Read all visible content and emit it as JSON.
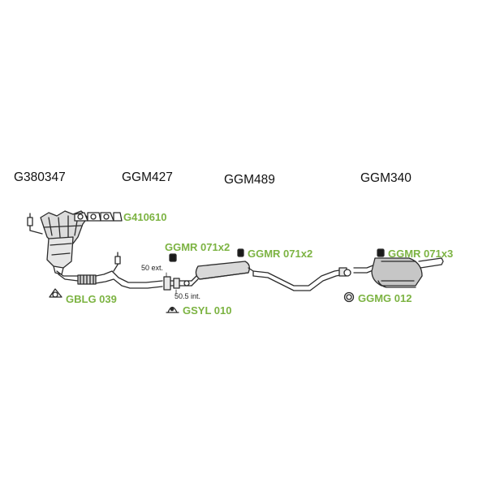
{
  "colors": {
    "part_code": "#7cb342",
    "main_code": "#111111",
    "outline": "#2b2b2b",
    "metal_fill": "#d9d9d9",
    "metal_dark": "#8c8c8c"
  },
  "groups": [
    {
      "code": "G380347"
    },
    {
      "code": "GGM427"
    },
    {
      "code": "GGM489"
    },
    {
      "code": "GGM340"
    }
  ],
  "parts": [
    {
      "code": "G410610",
      "icon": "manifold-gasket-icon"
    },
    {
      "code": "GGMR 071x2",
      "icon": "rubber-hanger-icon"
    },
    {
      "code": "GGMR 071x2",
      "icon": "rubber-hanger-icon"
    },
    {
      "code": "GGMR 071x3",
      "icon": "rubber-hanger-icon"
    },
    {
      "code": "GBLG 039",
      "icon": "flange-gasket-icon"
    },
    {
      "code": "GSYL 010",
      "icon": "clamp-icon"
    },
    {
      "code": "GGMG 012",
      "icon": "ring-gasket-icon"
    }
  ],
  "dimensions": {
    "outer": "50 ext.",
    "inner": "50.5 int."
  }
}
